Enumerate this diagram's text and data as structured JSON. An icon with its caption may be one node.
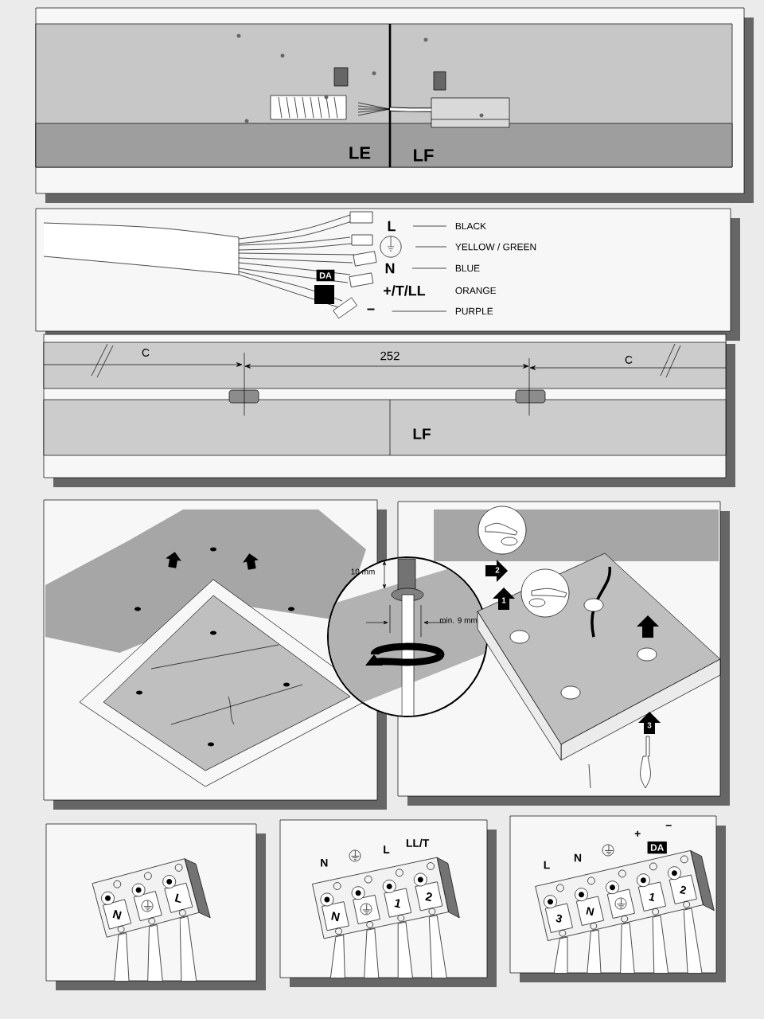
{
  "diagram": {
    "nodes": [
      {
        "text": [
          "L"
        ]
      },
      {
        "text": [
          "BLACK"
        ]
      },
      {
        "text": [],
        "shape": "circle"
      },
      {
        "text": [
          "YELLOW / GREEN"
        ]
      },
      {
        "text": [
          "N"
        ]
      },
      {
        "text": [
          "BLUE"
        ]
      },
      {
        "text": [
          "+/T/LL"
        ]
      },
      {
        "text": [
          "ORANGE"
        ]
      },
      {
        "text": [
          "−"
        ]
      },
      {
        "text": [
          "PURPLE"
        ]
      }
    ],
    "edges": [
      {
        "from": 0,
        "to": 1,
        "arrow": "none"
      },
      {
        "from": 2,
        "to": 3,
        "arrow": "none"
      },
      {
        "from": 4,
        "to": 5,
        "arrow": "none"
      },
      {
        "from": 8,
        "to": 9,
        "arrow": "none"
      }
    ],
    "labels": [
      "LE",
      "LF",
      "DA",
      "C",
      "252",
      "C",
      "LF",
      "10 mm",
      "min. 9 mm",
      "2",
      "1",
      "3",
      "N",
      "L",
      "N",
      "L",
      "LL/T",
      "N",
      "1",
      "2",
      "L",
      "N",
      "+",
      "−",
      "DA",
      "3",
      "N",
      "1",
      "2"
    ]
  }
}
